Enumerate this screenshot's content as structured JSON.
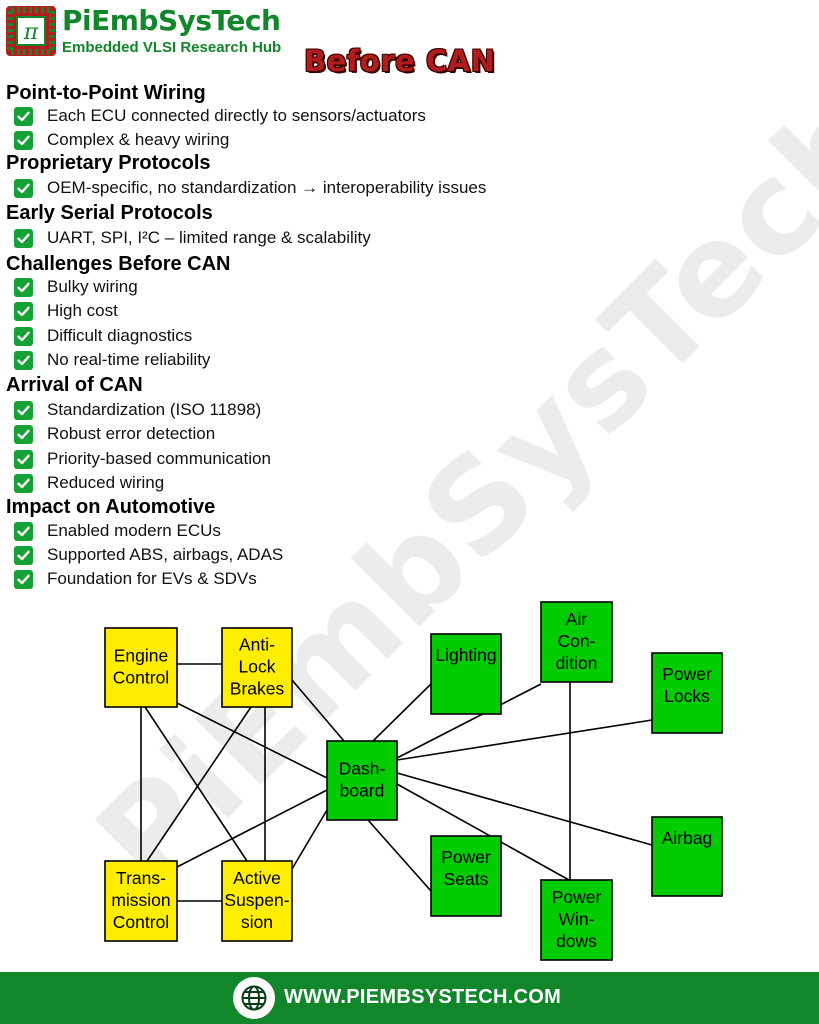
{
  "brand": {
    "name": "PiEmbSysTech",
    "tagline": "Embedded VLSI Research Hub",
    "logo_glyph": "π",
    "color": "#12862b"
  },
  "watermark": "PiEmbSysTech",
  "page_title": "Before CAN",
  "sections": [
    {
      "heading": "Point-to-Point Wiring",
      "items": [
        "Each ECU connected directly to sensors/actuators",
        "Complex & heavy wiring"
      ]
    },
    {
      "heading": "Proprietary Protocols",
      "items": [
        "OEM-specific, no standardization → interoperability issues"
      ]
    },
    {
      "heading": "Early Serial Protocols",
      "items": [
        "UART, SPI, I²C – limited range & scalability"
      ]
    },
    {
      "heading": "Challenges Before CAN",
      "items": [
        "Bulky wiring",
        "High cost",
        "Difficult diagnostics",
        "No real-time reliability"
      ]
    },
    {
      "heading": "Arrival of CAN",
      "items": [
        "Standardization (ISO 11898)",
        "Robust error detection",
        "Priority-based communication",
        "Reduced wiring"
      ]
    },
    {
      "heading": "Impact on Automotive",
      "items": [
        "Enabled modern ECUs",
        "Supported ABS, airbags, ADAS",
        "Foundation for EVs & SDVs"
      ]
    }
  ],
  "diagram": {
    "nodes": {
      "engine": [
        "Engine",
        "Control"
      ],
      "abs": [
        "Anti-",
        "Lock",
        "Brakes"
      ],
      "trans": [
        "Trans-",
        "mission",
        "Control"
      ],
      "susp": [
        "Active",
        "Suspen-",
        "sion"
      ],
      "dash": [
        "Dash-",
        "board"
      ],
      "lighting": [
        "Lighting"
      ],
      "air": [
        "Air",
        "Con-",
        "dition"
      ],
      "locks": [
        "Power",
        "Locks"
      ],
      "seats": [
        "Power",
        "Seats"
      ],
      "airbag": [
        "Airbag"
      ],
      "windows": [
        "Power",
        "Win-",
        "dows"
      ]
    },
    "colors": {
      "ecu": "#ffee00",
      "body": "#00cc00"
    }
  },
  "footer": {
    "url": "WWW.PIEMBSYSTECH.COM",
    "icon": "globe-icon"
  }
}
